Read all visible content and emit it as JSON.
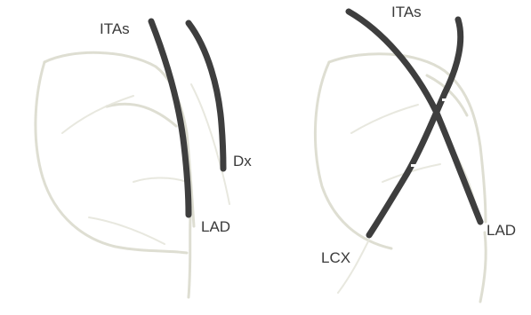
{
  "colors": {
    "graft": "#3e3e3e",
    "vessel": "#dcdcd0",
    "label": "#3a3a3a"
  },
  "left_panel": {
    "labels": {
      "itas": "ITAs",
      "dx": "Dx",
      "lad": "LAD"
    }
  },
  "right_panel": {
    "labels": {
      "itas": "ITAs",
      "lad": "LAD",
      "lcx": "LCX"
    }
  }
}
